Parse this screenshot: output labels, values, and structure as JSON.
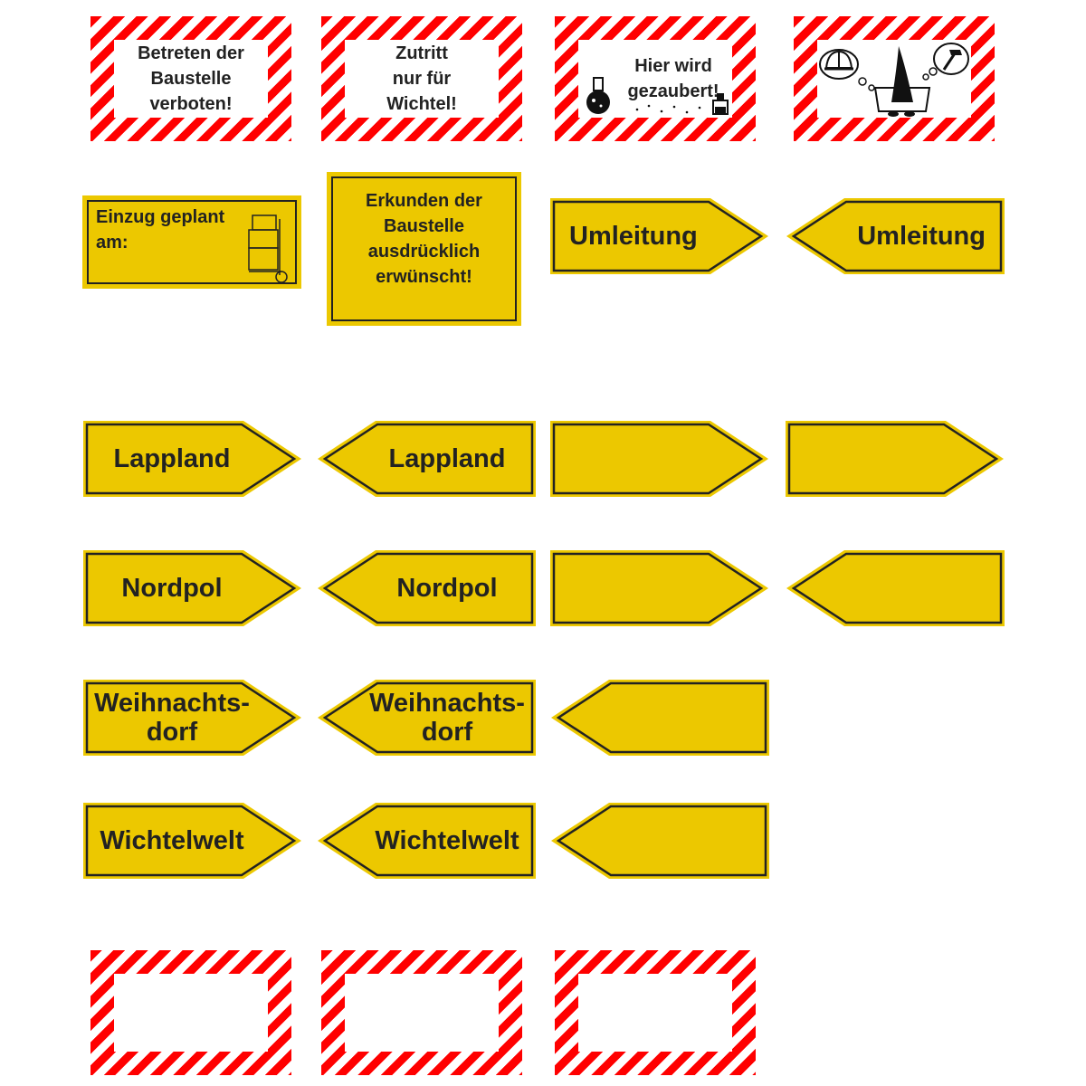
{
  "colors": {
    "yellow": "#ecc800",
    "stripe_red": "#ff0000",
    "outline": "#222222"
  },
  "warning_signs": [
    {
      "text": "Betreten der\nBaustelle\nverboten!"
    },
    {
      "text": "Zutritt\nnur für\nWichtel!"
    },
    {
      "text": "Hier wird\ngezaubert!",
      "icons": [
        "potion-flask-icon",
        "sparkle-icon",
        "small-bottle-icon"
      ]
    },
    {
      "text": "",
      "icons": [
        "hard-hat-icon",
        "gnome-hat-icon",
        "hammer-icon"
      ]
    }
  ],
  "info_panels": [
    {
      "text": "Einzug geplant\nam:",
      "icon": "hand-truck-boxes-icon"
    },
    {
      "text": "Erkunden der\nBaustelle\nausdrücklich\nerwünscht!"
    }
  ],
  "detour": {
    "right": "Umleitung",
    "left": "Umleitung"
  },
  "direction_rows": [
    {
      "right": "Lappland",
      "left": "Lappland",
      "blanks": [
        "right",
        "right"
      ]
    },
    {
      "right": "Nordpol",
      "left": "Nordpol",
      "blanks": [
        "right",
        "left"
      ]
    },
    {
      "right": "Weihnachts-\ndorf",
      "left": "Weihnachts-\ndorf",
      "blanks": [
        "left"
      ]
    },
    {
      "right": "Wichtelwelt",
      "left": "Wichtelwelt",
      "blanks": [
        "left"
      ]
    }
  ],
  "blank_frames": 3
}
